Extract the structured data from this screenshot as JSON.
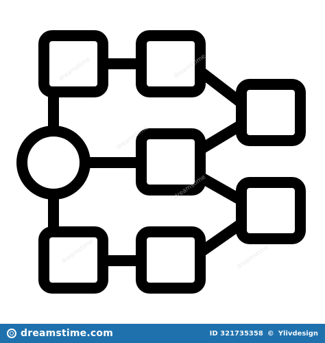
{
  "image": {
    "stroke_color": "#000000",
    "background_color": "#ffffff",
    "footer_color": "#1f71ae"
  },
  "diagram": {
    "icon_name": "hierarchical-network-structure-icon",
    "nodes": [
      {
        "id": "circle-root",
        "shape": "circle"
      },
      {
        "id": "top-left-square",
        "shape": "rounded-square"
      },
      {
        "id": "top-middle-square",
        "shape": "rounded-square"
      },
      {
        "id": "middle-square",
        "shape": "rounded-square"
      },
      {
        "id": "bottom-left-square",
        "shape": "rounded-square"
      },
      {
        "id": "bottom-middle-square",
        "shape": "rounded-square"
      },
      {
        "id": "right-upper-square",
        "shape": "rounded-square"
      },
      {
        "id": "right-lower-square",
        "shape": "rounded-square"
      }
    ],
    "edges": [
      {
        "from": "circle-root",
        "to": "top-left-square"
      },
      {
        "from": "circle-root",
        "to": "bottom-left-square"
      },
      {
        "from": "circle-root",
        "to": "middle-square"
      },
      {
        "from": "top-left-square",
        "to": "top-middle-square"
      },
      {
        "from": "top-middle-square",
        "to": "right-upper-square"
      },
      {
        "from": "middle-square",
        "to": "right-upper-square"
      },
      {
        "from": "middle-square",
        "to": "right-lower-square"
      },
      {
        "from": "bottom-left-square",
        "to": "bottom-middle-square"
      },
      {
        "from": "bottom-middle-square",
        "to": "right-lower-square"
      }
    ]
  },
  "watermarks": [
    {
      "text": "dreamstime"
    },
    {
      "text": "dreamstime"
    },
    {
      "text": "dreamstime"
    },
    {
      "text": "dreamstime"
    },
    {
      "text": "dreamstime"
    },
    {
      "text": "dreamstime"
    }
  ],
  "footer": {
    "brand": "dreamstime.com",
    "id_text": "ID 321735358",
    "separator": "©",
    "author": "Ylivdesign"
  }
}
